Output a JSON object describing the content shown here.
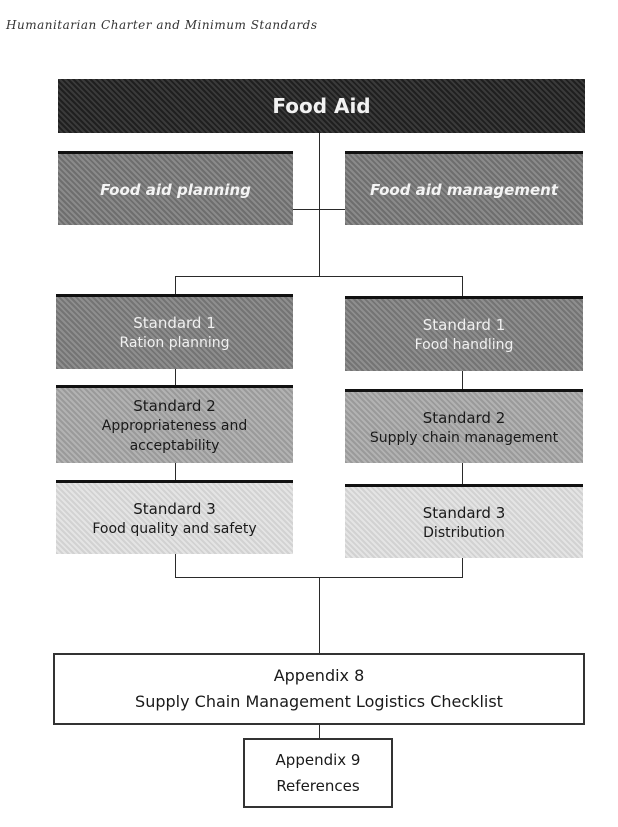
{
  "header": {
    "running_title": "Humanitarian Charter and Minimum Standards"
  },
  "diagram": {
    "root": {
      "label": "Food Aid"
    },
    "left": {
      "title": "Food aid planning",
      "standards": [
        {
          "title": "Standard 1",
          "desc": "Ration planning"
        },
        {
          "title": "Standard 2",
          "desc": "Appropriateness and acceptability"
        },
        {
          "title": "Standard 3",
          "desc": "Food quality and safety"
        }
      ]
    },
    "right": {
      "title": "Food aid management",
      "standards": [
        {
          "title": "Standard 1",
          "desc": "Food handling"
        },
        {
          "title": "Standard 2",
          "desc": "Supply chain management"
        },
        {
          "title": "Standard 3",
          "desc": "Distribution"
        }
      ]
    },
    "appendix8": {
      "title": "Appendix 8",
      "subtitle": "Supply Chain Management Logistics Checklist"
    },
    "appendix9": {
      "title": "Appendix 9",
      "subtitle": "References"
    }
  }
}
